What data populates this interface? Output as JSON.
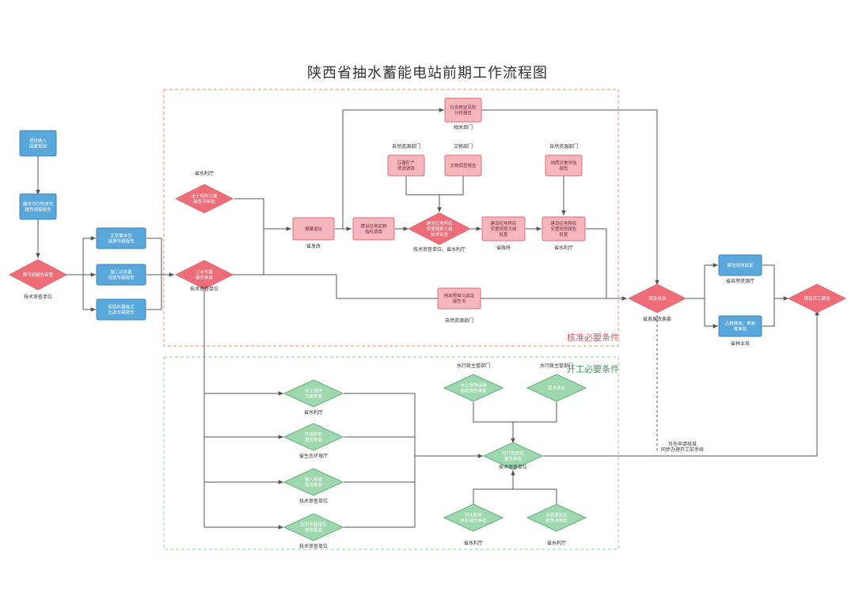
{
  "title": "陕西省抽水蓄能电站前期工作流程图",
  "regions": {
    "approval": "核准必要条件",
    "start": "开工必要条件"
  },
  "colors": {
    "blue_fill": "#5aa7dc",
    "blue_stroke": "#3f86b9",
    "red_fill": "#f5b7bd",
    "red_stroke": "#e06c74",
    "diamond_red": "#ee6d78",
    "green_fill": "#9fd8ae",
    "green_stroke": "#5fb378",
    "line": "#555555",
    "approval_border": "#f08a6a",
    "start_border": "#8fd19e"
  },
  "nodes": {
    "n_plan": {
      "text": [
        "项目纳入",
        "国家规划"
      ]
    },
    "n_prefeas": {
      "text": [
        "编写可行性研究",
        "报告调查报告"
      ]
    },
    "n_prefeas_review": {
      "text": [
        "预可研报告审查"
      ],
      "note": "技术审查单位"
    },
    "n_b1": {
      "text": [
        "正常蓄水位",
        "选择专题报告"
      ]
    },
    "n_b2": {
      "text": [
        "施工总布置",
        "规划专题报告"
      ]
    },
    "n_b3": {
      "text": [
        "枢纽布置格式",
        "比选专题报告"
      ]
    },
    "n_d_water": {
      "text": [
        "水土保持方案",
        "报告书审批"
      ],
      "note": "省水利厅"
    },
    "n_d_three": {
      "text": [
        "三大专题",
        "报告审查"
      ],
      "note": "技术审查单位"
    },
    "n_site": {
      "text": [
        "报建选址"
      ],
      "note": "省发改"
    },
    "n_land": {
      "text": [
        "建设征地实物",
        "指标调查"
      ]
    },
    "n_social": {
      "text": [
        "社会稳定风险",
        "分析报告"
      ],
      "note": "相关部门"
    },
    "n_mine": {
      "text": [
        "压覆矿产",
        "资源调查"
      ],
      "dept": "自然资源部门"
    },
    "n_relic": {
      "text": [
        "文物调查报告"
      ],
      "dept": "文物部门"
    },
    "n_geo": {
      "text": [
        "地质灾害评估",
        "报告"
      ],
      "dept": "自然资源部门"
    },
    "n_d_plan": {
      "text": [
        "建设征地移民",
        "安置规划大纲",
        "技术审查"
      ],
      "note": "技术审查单位、省水利厅"
    },
    "n_approve_plan": {
      "text": [
        "建设征地移民",
        "安置规划大纲",
        "批复"
      ],
      "note": "省政府"
    },
    "n_approve_scope": {
      "text": [
        "建设征地移民",
        "安置规划报告",
        "批复"
      ],
      "note": "省水利厅"
    },
    "n_preland": {
      "text": [
        "用地预审与选址",
        "报告书"
      ],
      "note": "自然资源部门"
    },
    "n_d_approve": {
      "text": [
        "项目核准"
      ],
      "note": "省发展改革委"
    },
    "n_right1": {
      "text": [
        "建设用地批复"
      ],
      "note": "省自然资源厅"
    },
    "n_right2": {
      "text": [
        "占用林地、草原",
        "等审批"
      ],
      "note": "省林业局"
    },
    "n_d_start": {
      "text": [
        "项目开工建设"
      ]
    },
    "g_water": {
      "text": [
        "水土保持",
        "方案审查"
      ],
      "note": "省水利厅"
    },
    "g_env": {
      "text": [
        "环境影响",
        "报告审查"
      ],
      "note": "省生态环境厅"
    },
    "g_access": {
      "text": [
        "接入系统",
        "报告审查"
      ],
      "note": "技术审查单位"
    },
    "g_special": {
      "text": [
        "防洪专题报告",
        "审查批准"
      ],
      "note": "技术审查单位"
    },
    "g_safety": {
      "text": [
        "水土保持设施",
        "验收报告审查"
      ],
      "dept": "水行政主管部门"
    },
    "g_shui": {
      "text": [
        "取水评价"
      ],
      "dept": "水行政主管部门"
    },
    "g_feas": {
      "text": [
        "可行性研究",
        "报告审查"
      ],
      "note": "技术审查单位"
    },
    "g_flood": {
      "text": [
        "洪水影响",
        "评价报告审批"
      ],
      "note": "省水利厅"
    },
    "g_river": {
      "text": [
        "水资源论证",
        "报告书审批"
      ],
      "note": "省水利厅"
    }
  },
  "annotations": {
    "parallel": [
      "可先申请核准",
      "同步办理开工前手续"
    ]
  }
}
